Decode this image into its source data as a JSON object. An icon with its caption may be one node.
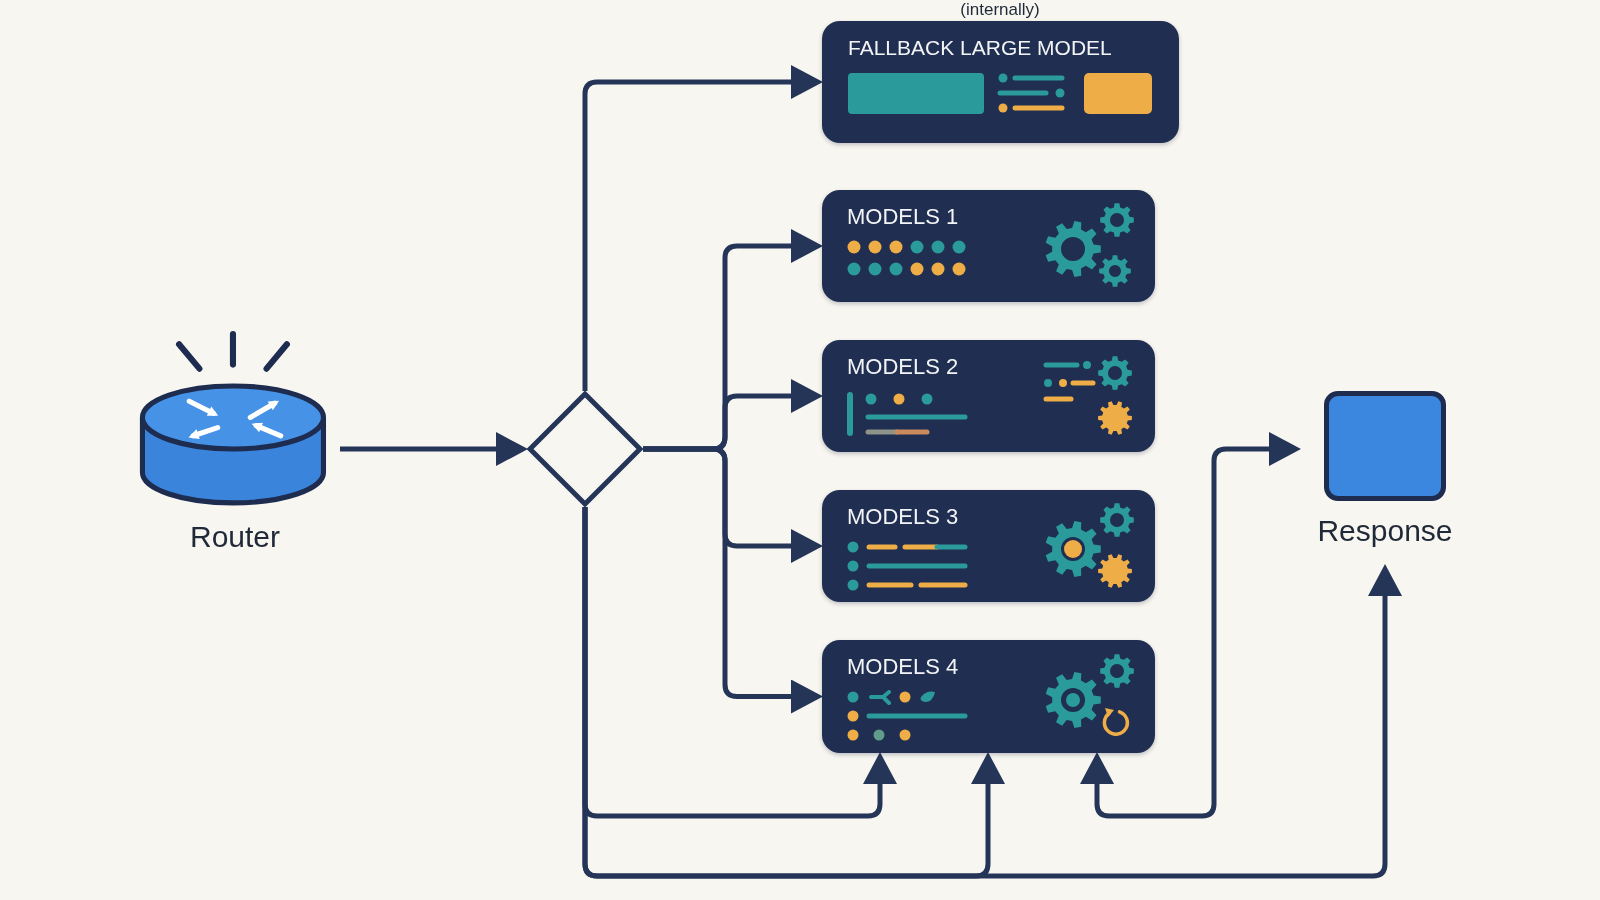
{
  "diagram": {
    "nodes": [
      {
        "text": [
          "Router"
        ]
      },
      {
        "text": [],
        "shape": "diamond"
      },
      {
        "text": [
          "FALLBACK LARGE MODEL"
        ]
      },
      {
        "text": [
          "MODELS 1"
        ]
      },
      {
        "text": [
          "MODELS 2"
        ]
      },
      {
        "text": [
          "MODELS 3"
        ]
      },
      {
        "text": [
          "MODELS 4"
        ]
      },
      {
        "text": [
          "Response"
        ]
      }
    ],
    "edges": [
      {
        "from": 0,
        "to": 1,
        "arrow": "to"
      },
      {
        "from": 1,
        "to": 2,
        "arrow": "to"
      },
      {
        "from": 1,
        "to": 3,
        "arrow": "to"
      },
      {
        "from": 1,
        "to": 4,
        "arrow": "to"
      },
      {
        "from": 1,
        "to": 5,
        "arrow": "to"
      },
      {
        "from": 1,
        "to": 6,
        "arrow": "to"
      },
      {
        "from": 1,
        "to": 6,
        "arrow": "to"
      },
      {
        "from": 1,
        "to": 6,
        "arrow": "to"
      },
      {
        "from": 1,
        "to": 7,
        "arrow": "to"
      },
      {
        "from": 6,
        "to": 7,
        "arrow": "both"
      }
    ],
    "labels": [
      "(internally)"
    ]
  }
}
